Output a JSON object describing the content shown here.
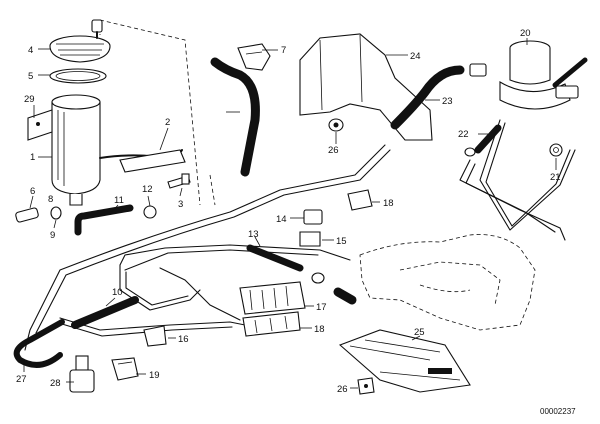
{
  "diagram": {
    "drawing_number": "00002237",
    "parts": [
      {
        "id": "p4",
        "label": "4"
      },
      {
        "id": "p5",
        "label": "5"
      },
      {
        "id": "p29",
        "label": "29"
      },
      {
        "id": "p1",
        "label": "1"
      },
      {
        "id": "p2",
        "label": "2"
      },
      {
        "id": "p3",
        "label": "3"
      },
      {
        "id": "p6",
        "label": "6"
      },
      {
        "id": "p7",
        "label": "7"
      },
      {
        "id": "p8",
        "label": "8"
      },
      {
        "id": "p9",
        "label": "9"
      },
      {
        "id": "p11",
        "label": "11"
      },
      {
        "id": "p12",
        "label": "12"
      },
      {
        "id": "p10",
        "label": "10"
      },
      {
        "id": "p13",
        "label": "13"
      },
      {
        "id": "p14",
        "label": "14"
      },
      {
        "id": "p15",
        "label": "15"
      },
      {
        "id": "p16",
        "label": "16"
      },
      {
        "id": "p17",
        "label": "17"
      },
      {
        "id": "p18a",
        "label": "18"
      },
      {
        "id": "p18b",
        "label": "18"
      },
      {
        "id": "p19",
        "label": "19"
      },
      {
        "id": "p20",
        "label": "20"
      },
      {
        "id": "p21",
        "label": "21"
      },
      {
        "id": "p22",
        "label": "22"
      },
      {
        "id": "p23",
        "label": "23"
      },
      {
        "id": "p24",
        "label": "24"
      },
      {
        "id": "p25",
        "label": "25"
      },
      {
        "id": "p26a",
        "label": "26"
      },
      {
        "id": "p26b",
        "label": "26"
      },
      {
        "id": "p27",
        "label": "27"
      },
      {
        "id": "p28",
        "label": "28"
      }
    ]
  }
}
